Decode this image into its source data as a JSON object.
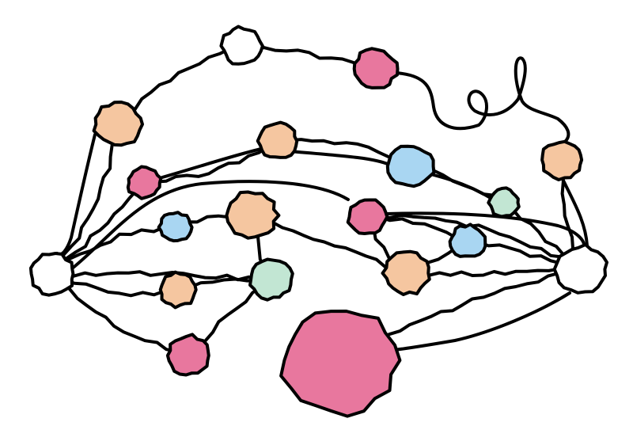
{
  "colors": {
    "background": "#ffffff",
    "outline": "#000000",
    "pink": "#e8779e",
    "peach": "#f5c6a0",
    "blue": "#a9d6f2",
    "mint": "#c2e6d3",
    "white": "#ffffff"
  },
  "nodes": [
    {
      "id": "anchor-left",
      "color": "white"
    },
    {
      "id": "anchor-right",
      "color": "white"
    },
    {
      "id": "loop-top",
      "color": "white"
    },
    {
      "id": "top-pink",
      "color": "pink"
    },
    {
      "id": "upper-left-peach",
      "color": "peach"
    },
    {
      "id": "upper-mid-peach",
      "color": "peach"
    },
    {
      "id": "upper-blue",
      "color": "blue"
    },
    {
      "id": "right-peach",
      "color": "peach"
    },
    {
      "id": "left-pink",
      "color": "pink"
    },
    {
      "id": "mint-right",
      "color": "mint"
    },
    {
      "id": "mid-peach",
      "color": "peach"
    },
    {
      "id": "mid-pink",
      "color": "pink"
    },
    {
      "id": "left-blue",
      "color": "blue"
    },
    {
      "id": "right-blue",
      "color": "blue"
    },
    {
      "id": "lower-left-peach",
      "color": "peach"
    },
    {
      "id": "mint-center",
      "color": "mint"
    },
    {
      "id": "lower-right-peach",
      "color": "peach"
    },
    {
      "id": "bottom-left-pink",
      "color": "pink"
    },
    {
      "id": "large-pink",
      "color": "pink"
    }
  ]
}
